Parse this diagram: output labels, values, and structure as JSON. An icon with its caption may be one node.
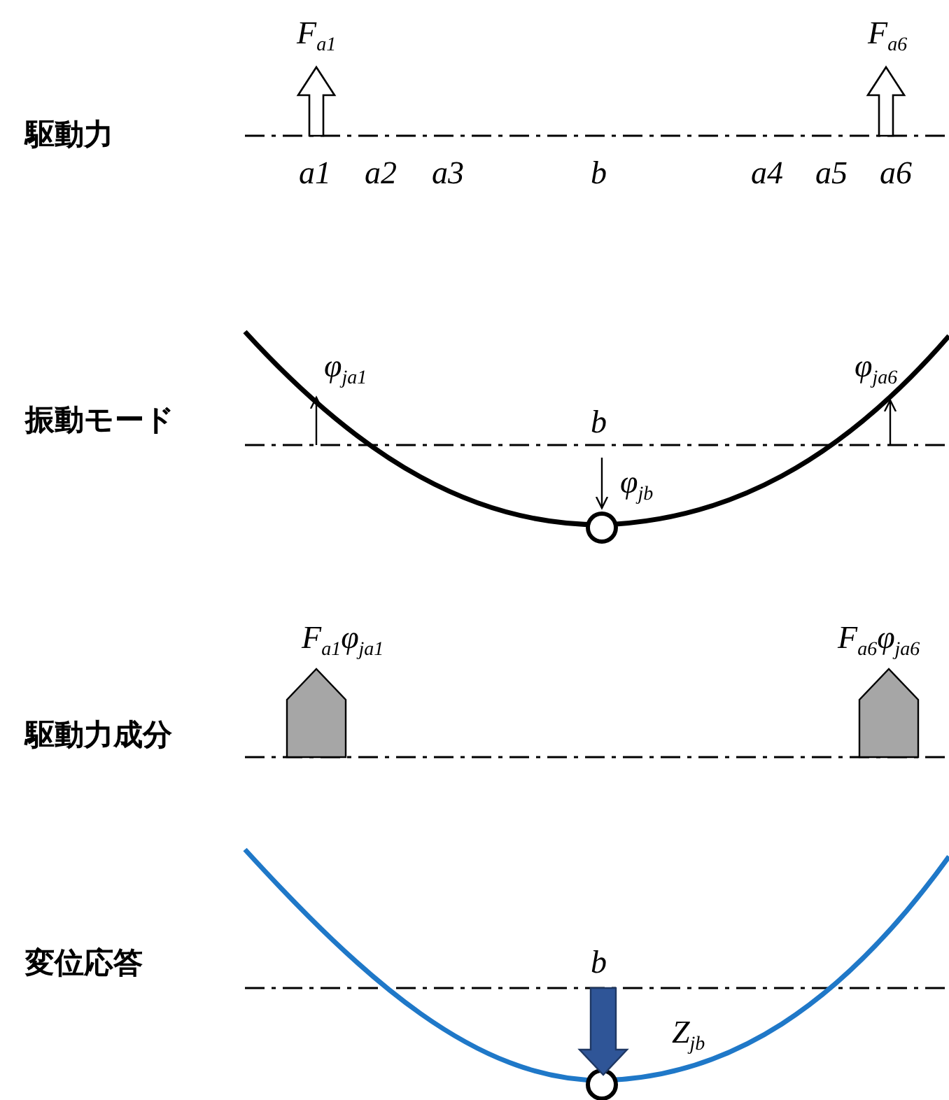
{
  "diagram": {
    "labels": [
      "F$_{a1}$",
      "F$_{a6}$",
      "駆動力",
      "a1",
      "a2",
      "a3",
      "b",
      "a4",
      "a5",
      "a6",
      "φ$_{ja1}$",
      "φ$_{ja6}$",
      "振動モード",
      "b",
      "φ$_{jb}$",
      "F$_{a1}$φ$_{ja1}$",
      "F$_{a6}$φ$_{ja6}$",
      "駆動力成分",
      "変位応答",
      "b",
      "Z$_{jb}$"
    ]
  }
}
